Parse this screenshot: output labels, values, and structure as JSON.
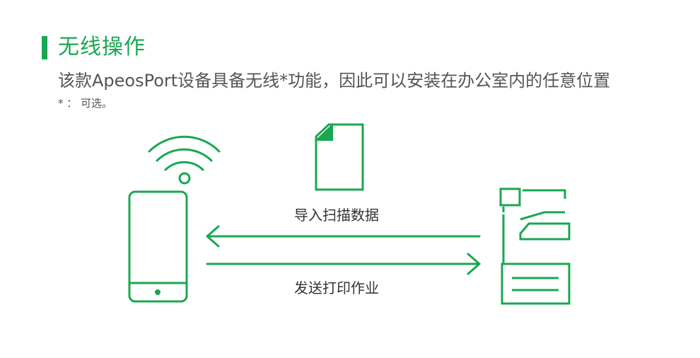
{
  "heading": {
    "title": "无线操作",
    "description": "该款ApeosPort设备具备无线*功能，因此可以安装在办公室内的任意位置",
    "note": "* ： 可选。"
  },
  "diagram": {
    "import_label": "导入扫描数据",
    "print_label": "发送打印作业"
  },
  "colors": {
    "accent": "#1aa752",
    "text": "#555555",
    "label": "#333333"
  },
  "icons": [
    "wifi-icon",
    "smartphone-icon",
    "document-icon",
    "multifunction-printer-icon",
    "arrow-left-icon",
    "arrow-right-icon"
  ]
}
